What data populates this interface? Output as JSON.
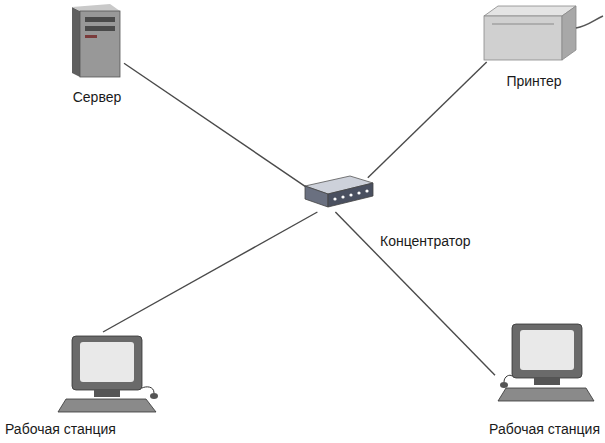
{
  "diagram": {
    "nodes": [
      {
        "text": [
          "Сервер"
        ]
      },
      {
        "text": [
          "Принтер"
        ]
      },
      {
        "text": [
          "Концентратор"
        ]
      },
      {
        "text": [
          "Рабочая станция"
        ]
      },
      {
        "text": [
          "Рабочая станция"
        ]
      }
    ],
    "edges": [
      {
        "from": 2,
        "to": 0,
        "arrow": "none"
      },
      {
        "from": 2,
        "to": 1,
        "arrow": "none"
      },
      {
        "from": 2,
        "to": 3,
        "arrow": "none"
      },
      {
        "from": 2,
        "to": 4,
        "arrow": "none"
      }
    ]
  }
}
